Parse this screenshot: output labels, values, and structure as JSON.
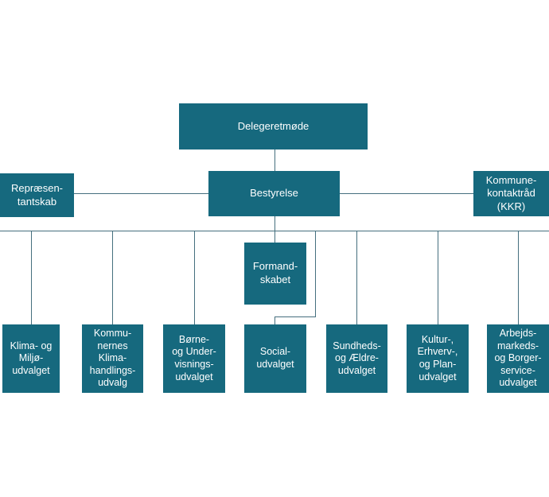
{
  "colors": {
    "box-bg": "#16697e",
    "box-text": "#ffffff",
    "line": "#456f7e",
    "page-bg": "#ffffff"
  },
  "org_chart": {
    "delegeretmoede": {
      "label": "Delegeretmøde"
    },
    "repraesentantskab": {
      "label": "Repræsen-\ntantskab"
    },
    "bestyrelse": {
      "label": "Bestyrelse"
    },
    "kommunekontaktraad": {
      "label": "Kommune-\nkontaktråd\n(KKR)"
    },
    "formandskabet": {
      "label": "Formand-\nskabet"
    },
    "committees": [
      {
        "label": "Klima- og\nMiljø-\nudvalget"
      },
      {
        "label": "Kommu-\nnernes\nKlima-\nhandlings-\nudvalg"
      },
      {
        "label": "Børne-\nog Under-\nvisnings-\nudvalget"
      },
      {
        "label": "Social-\nudvalget"
      },
      {
        "label": "Sundheds-\nog Ældre-\nudvalget"
      },
      {
        "label": "Kultur-,\nErhverv-,\nog Plan-\nudvalget"
      },
      {
        "label": "Arbejds-\nmarkeds-\nog Borger-\nservice-\nudvalget"
      }
    ]
  }
}
